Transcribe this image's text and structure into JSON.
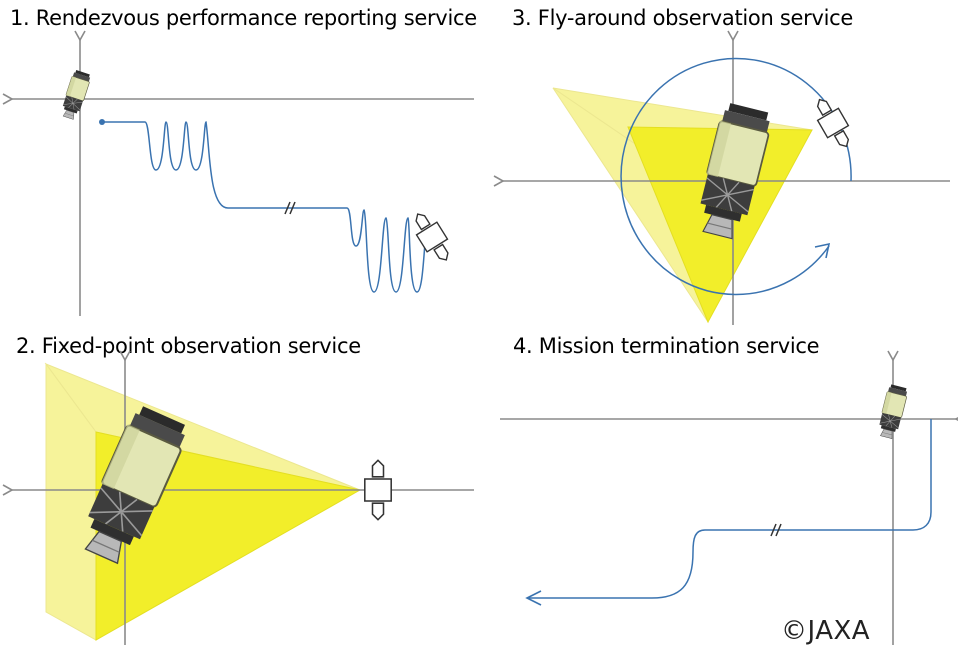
{
  "panels": {
    "p1": {
      "title": "1. Rendezvous performance reporting service"
    },
    "p2": {
      "title": "2. Fixed-point observation service"
    },
    "p3": {
      "title": "3. Fly-around observation service"
    },
    "p4": {
      "title": "4. Mission termination service"
    }
  },
  "copyright": "©JAXA",
  "colors": {
    "axis": "#8a8a8a",
    "trajectory": "#3a73b0",
    "field_of_view": "#f2ee2a",
    "field_of_view_light": "#f6f39a"
  }
}
